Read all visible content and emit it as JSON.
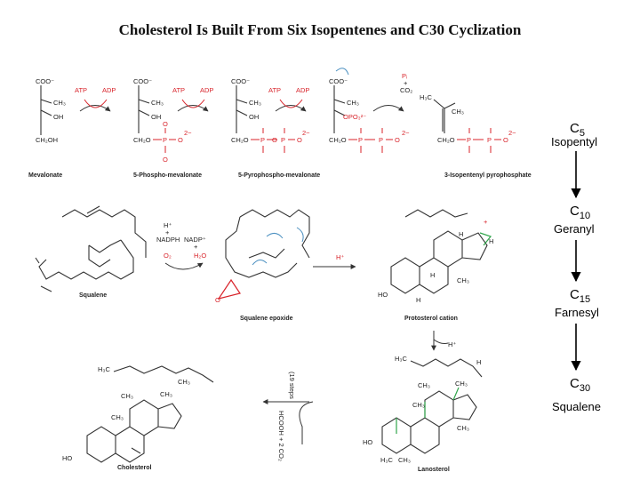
{
  "title": "Cholesterol Is Built From Six Isopentenes and C30 Cyclization",
  "pathway_top": {
    "mevalonate": {
      "top": "COO⁻",
      "ch3": "CH₃",
      "oh": "OH",
      "ch2oh": "CH₂OH",
      "name": "Mevalonate"
    },
    "step1": {
      "atp": "ATP",
      "adp": "ADP"
    },
    "phospho": {
      "top": "COO⁻",
      "ch3": "CH₃",
      "oh": "OH",
      "ch2o": "CH₂O",
      "p": "P",
      "o": "O",
      "charge": "2−",
      "name": "5-Phospho-mevalonate"
    },
    "step2": {
      "atp": "ATP",
      "adp": "ADP"
    },
    "pyro": {
      "top": "COO⁻",
      "ch3": "CH₃",
      "oh": "OH",
      "ch2o": "CH₂O",
      "p": "P",
      "o": "O",
      "charge": "2−",
      "name": "5-Pyrophospho-mevalonate"
    },
    "step3": {
      "atp": "ATP",
      "adp": "ADP"
    },
    "int": {
      "top": "COO⁻",
      "ch3": "CH₃",
      "opo": "OPO₃²⁻",
      "ch2o": "CH₂O",
      "p": "P",
      "o": "O",
      "charge": "2−"
    },
    "step4": {
      "pi": "Pᵢ",
      "plus": "+",
      "co2": "CO₂"
    },
    "iso": {
      "h3c": "H₃C",
      "ch3": "CH₃",
      "ch2o": "CH₂O",
      "p": "P",
      "o": "O",
      "charge": "2−",
      "name": "3-Isopentenyl pyrophosphate"
    }
  },
  "pathway_mid": {
    "squalene": "Squalene",
    "reagents": {
      "hplus": "H⁺",
      "nadph": "NADPH",
      "nadp": "NADP⁺",
      "o2": "O₂",
      "h2o": "H₂O",
      "plus": "+"
    },
    "epoxide": "Squalene epoxide",
    "epoxide_o": "O",
    "hplus2": "H⁺",
    "cation": "Protosterol cation",
    "cation_labels": {
      "h1": "H",
      "h2": "H",
      "h3": "H",
      "ch3": "CH₃",
      "ho": "HO",
      "h4": "H",
      "plus": "+"
    }
  },
  "pathway_bottom": {
    "hplus3": "H⁺",
    "lanosterol": "Lanosterol",
    "lano_labels": {
      "h3c_top": "H₃C",
      "h": "H",
      "ch3a": "CH₃",
      "ch3b": "CH₃",
      "ch3c": "CH₃",
      "ch3d": "CH₃",
      "ho": "HO",
      "h3c_bot": "H₃C",
      "ch3e": "CH₃"
    },
    "cholesterol": "Cholesterol",
    "chol_labels": {
      "h3c": "H₃C",
      "ch3a": "CH₃",
      "ch3b": "CH₃",
      "ch3c": "CH₃",
      "ch3d": "CH₃",
      "ho": "HO"
    },
    "steps_rot": "(19 steps",
    "formate_rot": "HCOOH + 2 CO₂"
  },
  "sequence": [
    {
      "carbon": "C",
      "sub": "5",
      "name": "Isopentyl"
    },
    {
      "carbon": "C",
      "sub": "10",
      "name": "Geranyl"
    },
    {
      "carbon": "C",
      "sub": "15",
      "name": "Farnesyl"
    },
    {
      "carbon": "C",
      "sub": "30",
      "name": "Squalene"
    }
  ],
  "colors": {
    "phosphate_red": "#d8232a",
    "arrow_blue": "#4a8fc0",
    "bond_green": "#2fa54a"
  }
}
